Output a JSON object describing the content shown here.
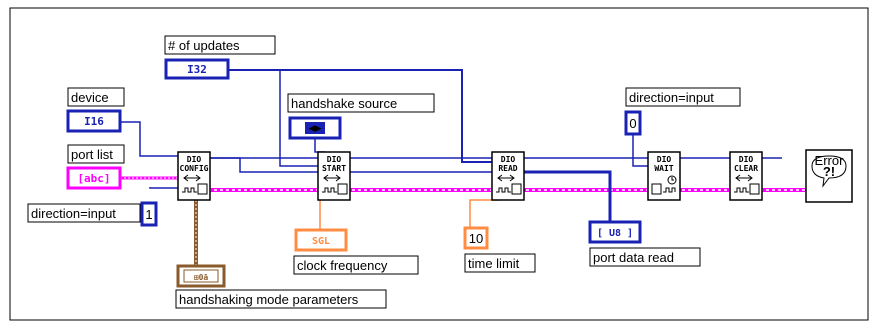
{
  "labels": {
    "num_updates": "# of updates",
    "device": "device",
    "port_list": "port list",
    "direction_input_left": "direction=input",
    "direction_input_right": "direction=input",
    "handshake_source": "handshake source",
    "clock_frequency": "clock frequency",
    "time_limit": "time limit",
    "port_data_read": "port data read",
    "handshaking_mode_parameters": "handshaking mode parameters"
  },
  "constants": {
    "i32": "I32",
    "i16": "I16",
    "abc": "[abc]",
    "direction_left_value": "1",
    "direction_right_value": "0",
    "sgl": "SGL",
    "time_limit_value": "10",
    "u8": "[ U8 ]",
    "handshake_ring": "◂▸",
    "mode_cluster": "⊞0ā"
  },
  "vis": {
    "config": [
      "DIO",
      "CONFIG"
    ],
    "start": [
      "DIO",
      "START"
    ],
    "read": [
      "DIO",
      "READ"
    ],
    "wait": [
      "DIO",
      "WAIT"
    ],
    "clear": [
      "DIO",
      "CLEAR"
    ],
    "error": [
      "Error",
      "?!"
    ]
  },
  "colors": {
    "integer_wire": "#1a22b4",
    "cluster_wire": "#ff00ff",
    "float_wire": "#ff8c42",
    "cluster_brown": "#8b5a2b"
  }
}
